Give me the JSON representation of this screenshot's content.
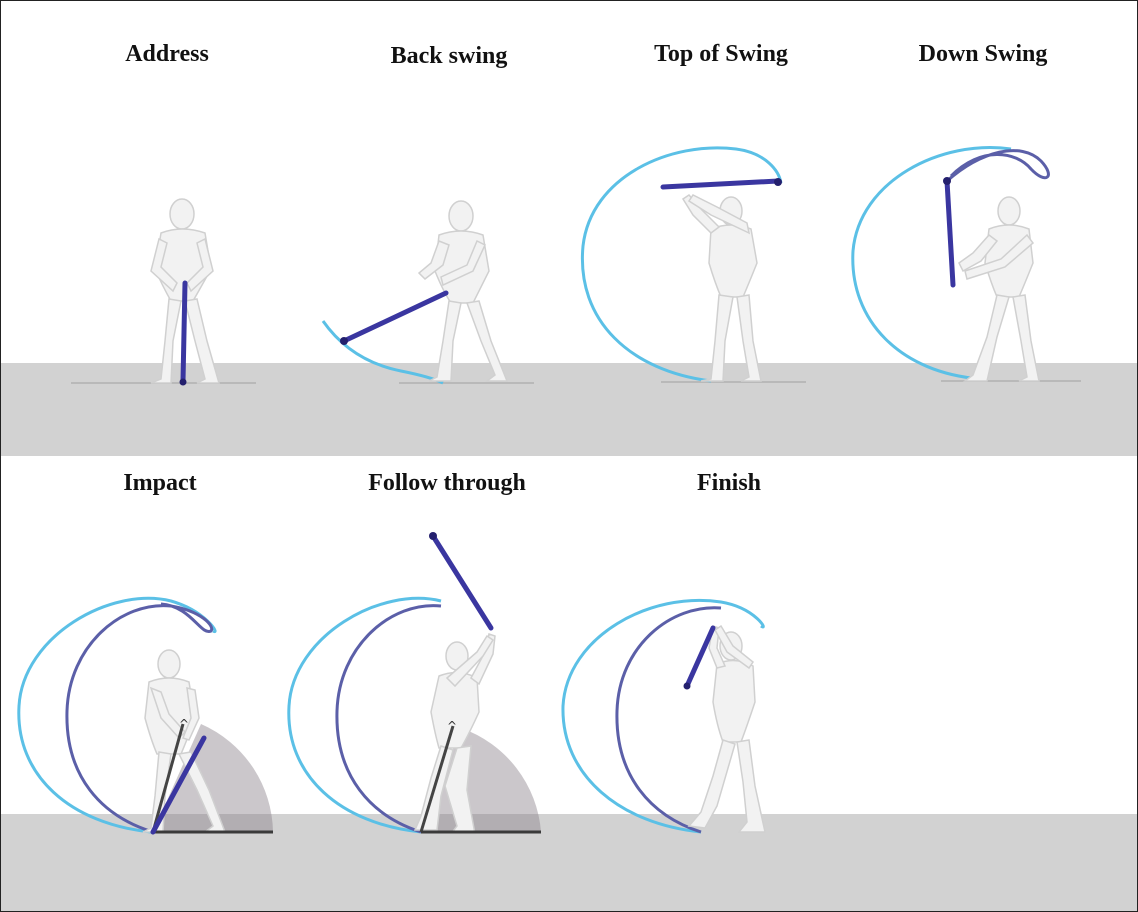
{
  "phases": {
    "address": "Address",
    "back_swing": "Back swing",
    "top_of_swing": "Top of Swing",
    "down_swing": "Down Swing",
    "impact": "Impact",
    "follow_through": "Follow through",
    "finish": "Finish"
  },
  "colors": {
    "swing_arc_outer": "#5bc0e6",
    "swing_arc_inner": "#5b5fa8",
    "club": "#3a36a0",
    "ground": "#d2d2d2",
    "figure": "#f2f2f2"
  }
}
